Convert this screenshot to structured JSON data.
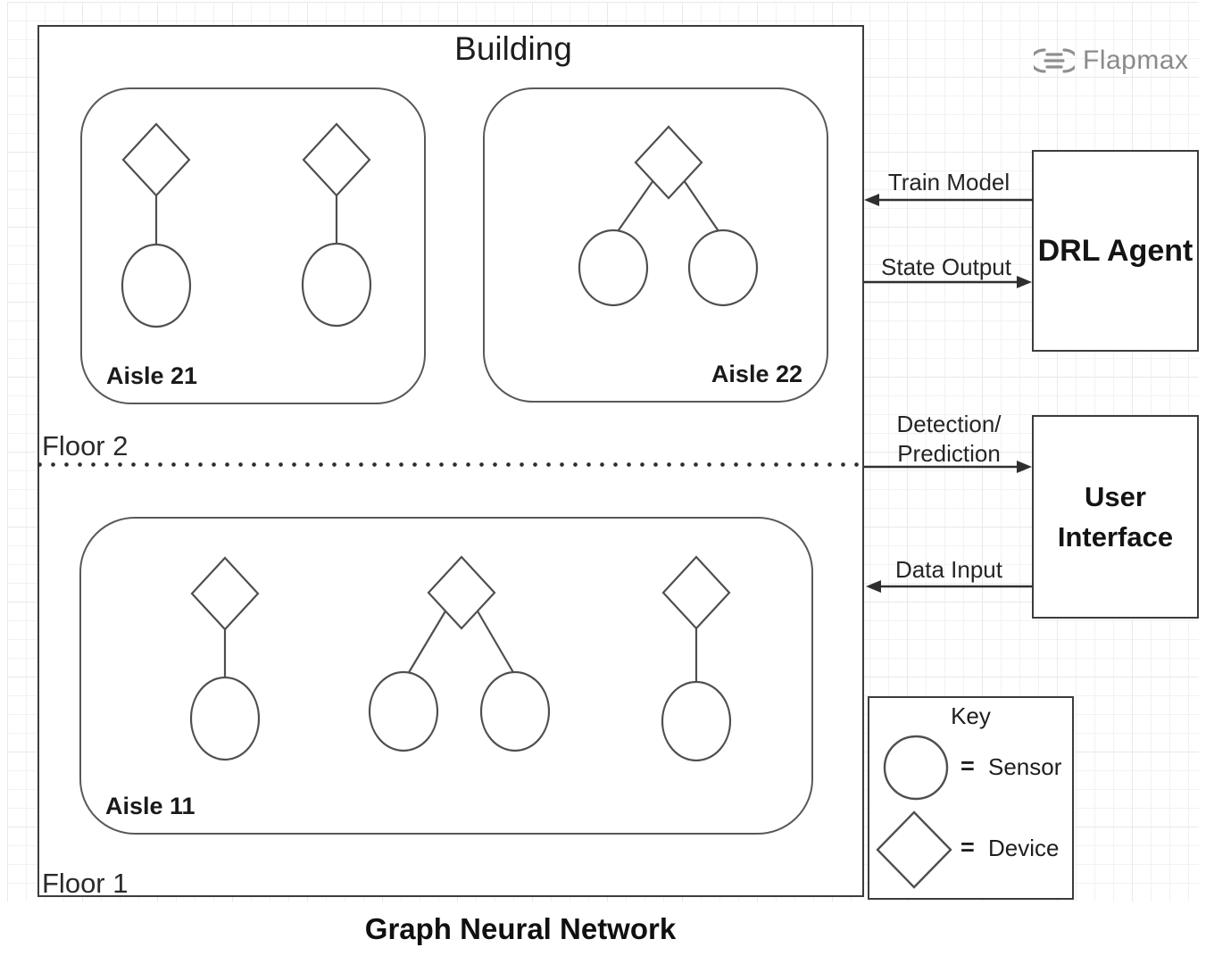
{
  "logo": {
    "text": "Flapmax",
    "icon": "flapmax-disc-icon",
    "color": "#8a8a8a"
  },
  "building": {
    "title": "Building",
    "floors": [
      {
        "label": "Floor 2",
        "aisles": [
          {
            "label": "Aisle 21",
            "trees": [
              {
                "devices": 1,
                "sensors": 1
              },
              {
                "devices": 1,
                "sensors": 1
              }
            ]
          },
          {
            "label": "Aisle 22",
            "trees": [
              {
                "devices": 1,
                "sensors": 2
              }
            ]
          }
        ]
      },
      {
        "label": "Floor 1",
        "aisles": [
          {
            "label": "Aisle 11",
            "trees": [
              {
                "devices": 1,
                "sensors": 1
              },
              {
                "devices": 1,
                "sensors": 2
              },
              {
                "devices": 1,
                "sensors": 1
              }
            ]
          }
        ]
      }
    ]
  },
  "external_boxes": [
    {
      "label": "DRL Agent"
    },
    {
      "label": "User Interface"
    }
  ],
  "arrows": [
    {
      "label": "Train Model",
      "direction": "left-to-building"
    },
    {
      "label": "State Output",
      "direction": "right-to-drl-agent"
    },
    {
      "label_line1": "Detection/",
      "label_line2": "Prediction",
      "direction": "right-to-user-interface"
    },
    {
      "label": "Data Input",
      "direction": "left-to-building"
    }
  ],
  "key": {
    "title": "Key",
    "equals": "=",
    "entries": [
      {
        "symbol": "circle",
        "meaning": "Sensor"
      },
      {
        "symbol": "diamond",
        "meaning": "Device"
      }
    ]
  },
  "caption": "Graph Neural Network",
  "colors": {
    "line": "#3c3c3c",
    "shape_stroke": "#4f4f4f",
    "text": "#1e1e1e",
    "grid": "#e9e9e9",
    "logo_gray": "#8a8a8a"
  }
}
